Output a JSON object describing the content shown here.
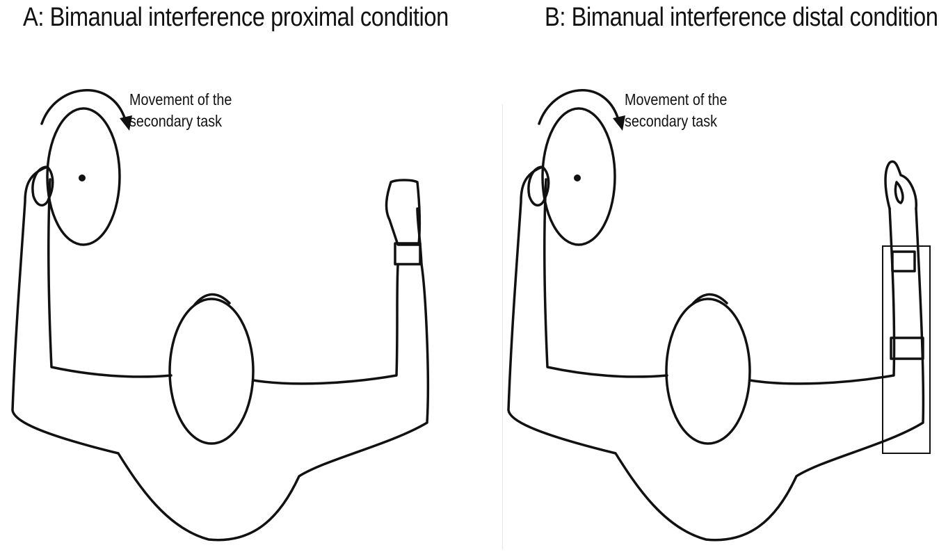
{
  "panels": [
    {
      "id": "A",
      "title": "A: Bimanual interference proximal condition",
      "annotation_line1": "Movement of the",
      "annotation_line2": "secondary task",
      "arm_support_board": false,
      "wrist_straps": 1
    },
    {
      "id": "B",
      "title": "B: Bimanual interference distal condition",
      "annotation_line1": "Movement of the",
      "annotation_line2": "secondary task",
      "arm_support_board": true,
      "wrist_straps": 2
    }
  ],
  "colors": {
    "ink": "#111111",
    "background": "#ffffff"
  }
}
